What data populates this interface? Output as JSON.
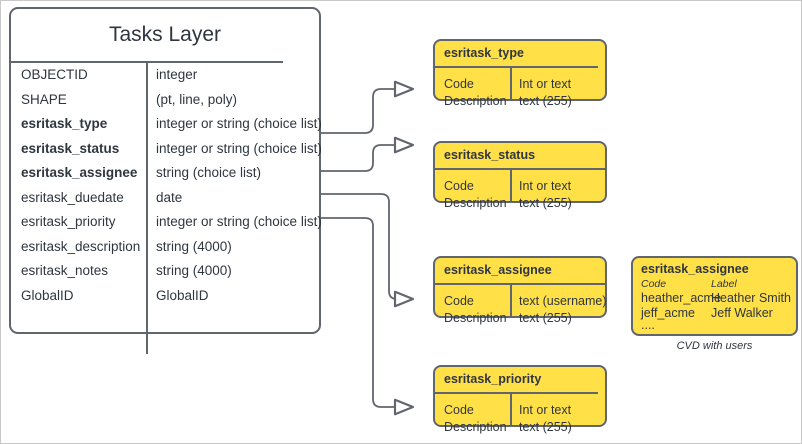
{
  "diagram": {
    "title": "Tasks Layer",
    "main_entity": {
      "name": "Tasks Layer",
      "fields": [
        {
          "name": "OBJECTID",
          "type": "integer",
          "bold": false
        },
        {
          "name": "SHAPE",
          "type": "(pt, line, poly)",
          "bold": false
        },
        {
          "name": "esritask_type",
          "type": "integer or string (choice list)",
          "bold": true
        },
        {
          "name": "esritask_status",
          "type": "integer or string (choice list)",
          "bold": true
        },
        {
          "name": "esritask_assignee",
          "type": "string (choice list)",
          "bold": true
        },
        {
          "name": "esritask_duedate",
          "type": "date",
          "bold": false
        },
        {
          "name": "esritask_priority",
          "type": "integer or string (choice list)",
          "bold": false
        },
        {
          "name": "esritask_description",
          "type": "string (4000)",
          "bold": false
        },
        {
          "name": "esritask_notes",
          "type": "string (4000)",
          "bold": false
        },
        {
          "name": "GlobalID",
          "type": "GlobalID",
          "bold": false
        }
      ]
    },
    "domains": [
      {
        "title": "esritask_type",
        "left_col": [
          "Code",
          "Description"
        ],
        "right_col": [
          "Int or text",
          "text (255)"
        ]
      },
      {
        "title": "esritask_status",
        "left_col": [
          "Code",
          "Description"
        ],
        "right_col": [
          "Int or text",
          "text (255)"
        ]
      },
      {
        "title": "esritask_assignee",
        "left_col": [
          "Code",
          "Description"
        ],
        "right_col": [
          "text  (username)",
          "text (255)"
        ]
      },
      {
        "title": "esritask_priority",
        "left_col": [
          "Code",
          "Description"
        ],
        "right_col": [
          "Int or text",
          "text (255)"
        ]
      }
    ],
    "cvd": {
      "title": "esritask_assignee",
      "header_code": "Code",
      "header_label": "Label",
      "rows": [
        {
          "code": "heather_acme",
          "label": "Heather Smith"
        },
        {
          "code": "jeff_acme",
          "label": "Jeff Walker"
        }
      ],
      "ellipsis": "....",
      "caption": "CVD with users"
    },
    "colors": {
      "domain_fill": "#ffe047",
      "stroke": "#61656e",
      "text": "#2f3640",
      "canvas_border": "#c8c8c8"
    }
  }
}
